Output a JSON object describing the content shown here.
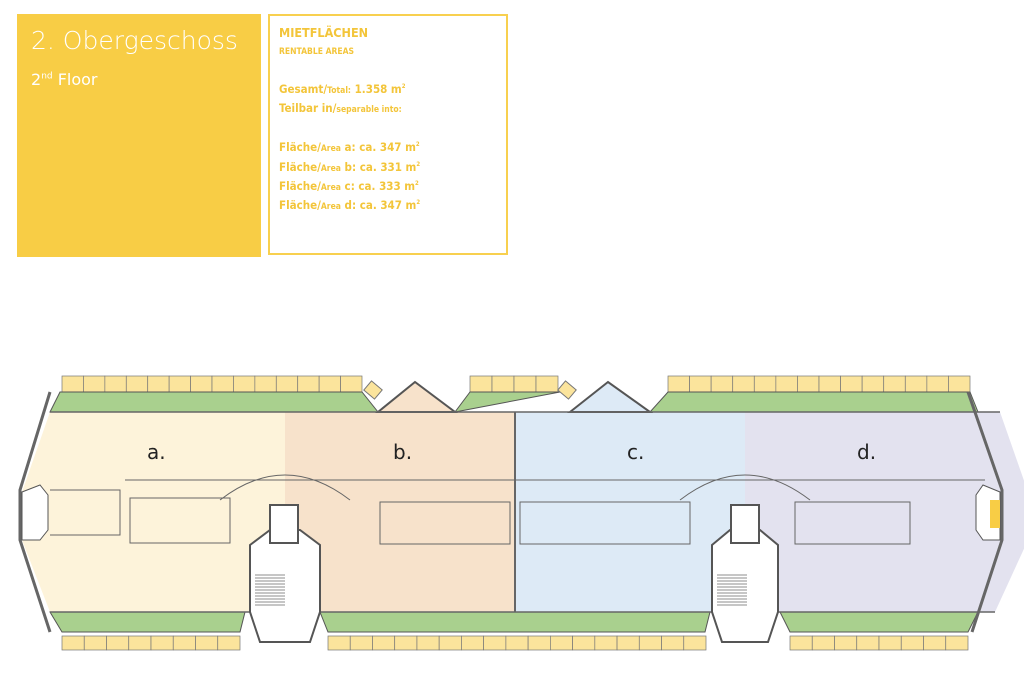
{
  "header": {
    "title_de": "2. Obergeschoss",
    "title_en_num": "2",
    "title_en_sup": "nd",
    "title_en_word": "Floor"
  },
  "info": {
    "heading_de": "MIETFLÄCHEN",
    "heading_en": "RENTABLE AREAS",
    "total_de": "Gesamt/",
    "total_en": "Total:",
    "total_value": "1.358 m",
    "separable_de": "Teilbar in/",
    "separable_en": "separable into:",
    "areas": [
      {
        "de": "Fläche/",
        "en": "Area",
        "id": "a",
        "value": ": ca. 347 m"
      },
      {
        "de": "Fläche/",
        "en": "Area",
        "id": "b",
        "value": ": ca. 331 m"
      },
      {
        "de": "Fläche/",
        "en": "Area",
        "id": "c",
        "value": ": ca. 333 m"
      },
      {
        "de": "Fläche/",
        "en": "Area",
        "id": "d",
        "value": ": ca. 347 m"
      }
    ],
    "sup": "2"
  },
  "plan": {
    "zones": [
      {
        "label": "a.",
        "color": "#fdf3da"
      },
      {
        "label": "b.",
        "color": "#f7e2cb"
      },
      {
        "label": "c.",
        "color": "#ddeaf6"
      },
      {
        "label": "d.",
        "color": "#e3e2ef"
      }
    ],
    "colors": {
      "brand": "#f8cd45",
      "balcony_green": "#a9d08e",
      "panel_yellow": "#fbe49c",
      "wall": "#555555"
    }
  }
}
